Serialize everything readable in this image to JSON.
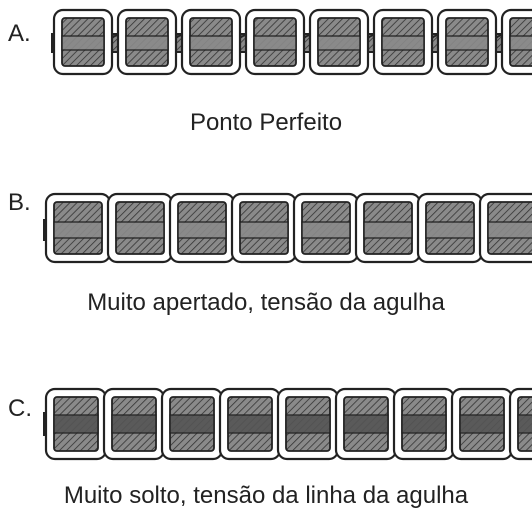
{
  "panels": [
    {
      "letter": "A.",
      "caption": "Ponto Perfeito",
      "variant": "perfect"
    },
    {
      "letter": "B.",
      "caption": "Muito apertado, tensão da agulha",
      "variant": "tight"
    },
    {
      "letter": "C.",
      "caption": "Muito solto, tensão da linha da agulha",
      "variant": "loose"
    }
  ],
  "colors": {
    "ink": "#222222",
    "fill": "#8a8a8a",
    "paper": "#ffffff"
  }
}
